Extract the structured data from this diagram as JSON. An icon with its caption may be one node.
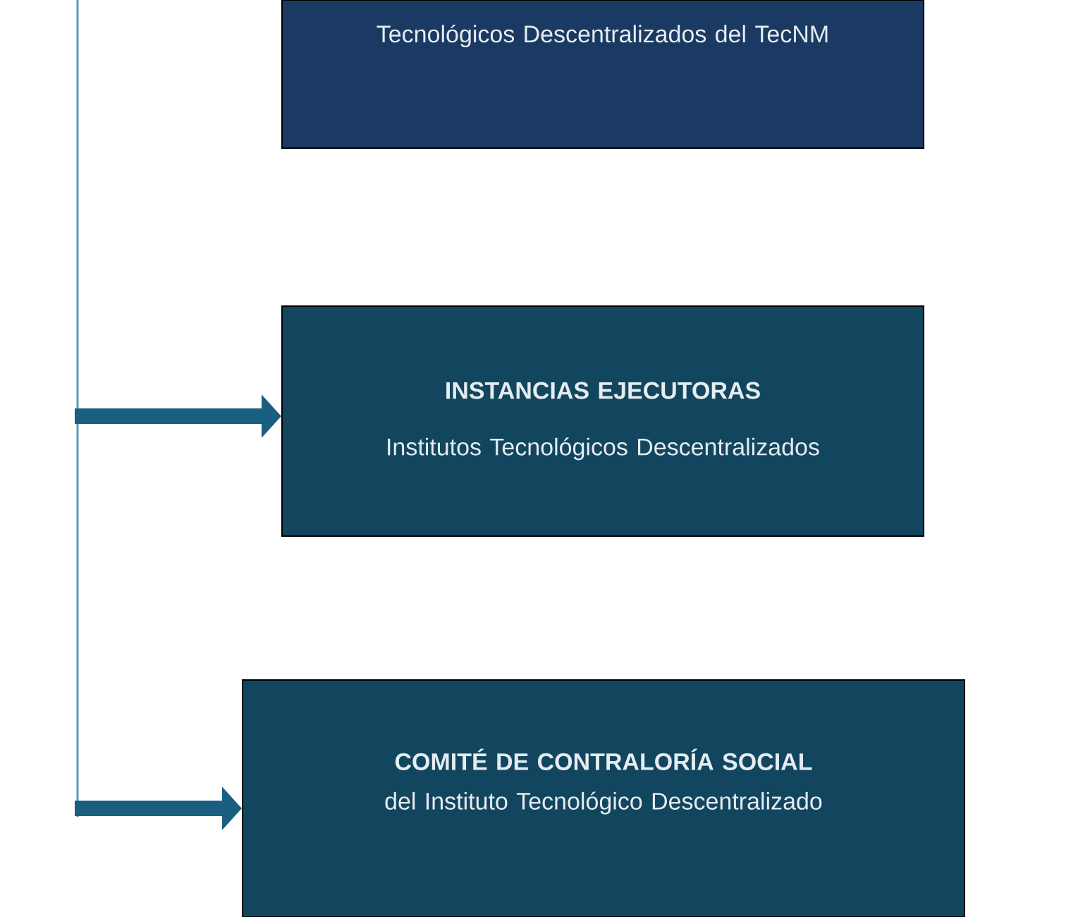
{
  "diagram": {
    "nodes": [
      {
        "text": [
          "Tecnológicos Descentralizados del TecNM"
        ]
      },
      {
        "text": [
          "INSTANCIAS EJECUTORAS",
          "Institutos Tecnológicos Descentralizados"
        ]
      },
      {
        "text": [
          "COMITÉ DE CONTRALORÍA SOCIAL",
          "del Instituto Tecnológico Descentralizado"
        ]
      }
    ],
    "edges": [
      {
        "from": null,
        "to": 1,
        "arrow": "to"
      },
      {
        "from": null,
        "to": 2,
        "arrow": "to"
      }
    ]
  }
}
